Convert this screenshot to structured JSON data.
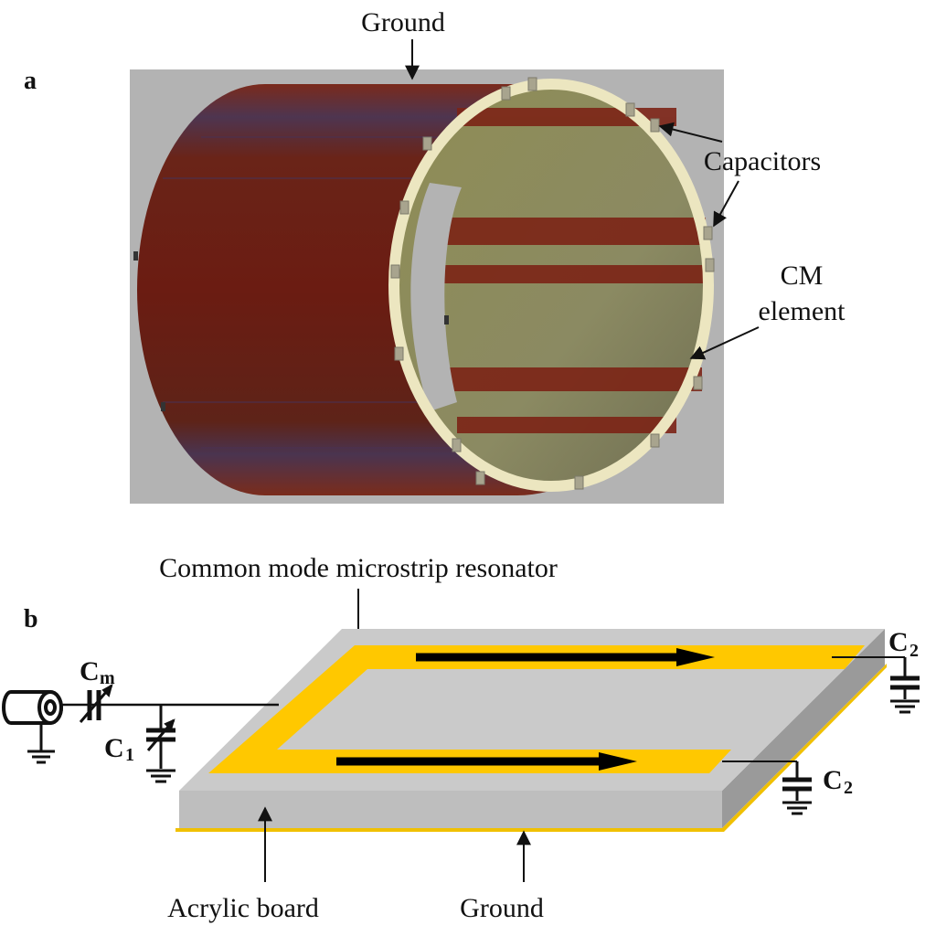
{
  "panel_a": {
    "letter": "a",
    "labels": {
      "ground": "Ground",
      "capacitors": "Capacitors",
      "cm_line1": "CM",
      "cm_line2": "element"
    }
  },
  "panel_b": {
    "letter": "b",
    "labels": {
      "title": "Common mode microstrip resonator",
      "cm_base": "C",
      "cm_sub": "m",
      "c1_base": "C",
      "c1_sub": "1",
      "c2_base": "C",
      "c2_sub": "2",
      "acrylic": "Acrylic board",
      "ground": "Ground"
    }
  },
  "colors": {
    "background_panel": "#b3b3b3",
    "copper": "#6e1f14",
    "ring": "#ece6c0",
    "interior": "#8c8b5a",
    "board_top": "#cbcbcb",
    "board_side": "#9c9c9c",
    "microstrip": "#ffc800",
    "current_arrow": "#000000"
  }
}
